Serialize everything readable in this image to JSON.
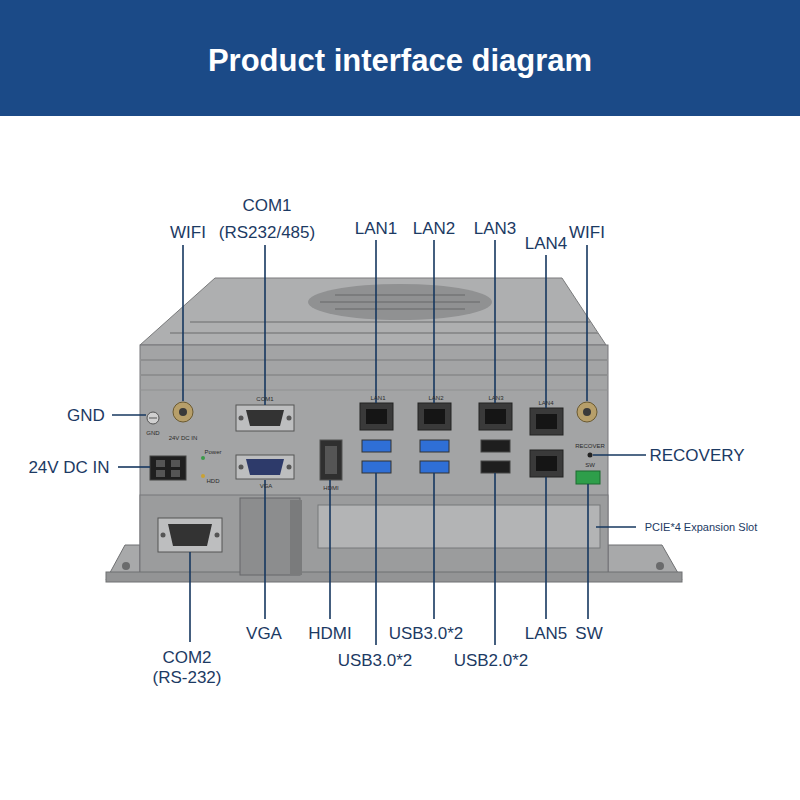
{
  "diagram": {
    "title": "Product interface diagram",
    "labels": [
      "WIFI",
      "COM1",
      "(RS232/485)",
      "LAN1",
      "LAN2",
      "LAN3",
      "LAN4",
      "WIFI",
      "GND",
      "24V DC IN",
      "RECOVERY",
      "PCIE*4 Expansion Slot",
      "VGA",
      "HDMI",
      "USB3.0*2",
      "LAN5",
      "SW",
      "COM2",
      "(RS-232)",
      "USB3.0*2",
      "USB2.0*2",
      "GND",
      "COM1",
      "LAN1",
      "LAN2",
      "LAN3",
      "LAN4",
      "VGA",
      "HDMI",
      "Power",
      "HDD",
      "RECOVER",
      "SW",
      "24V DC IN"
    ]
  }
}
